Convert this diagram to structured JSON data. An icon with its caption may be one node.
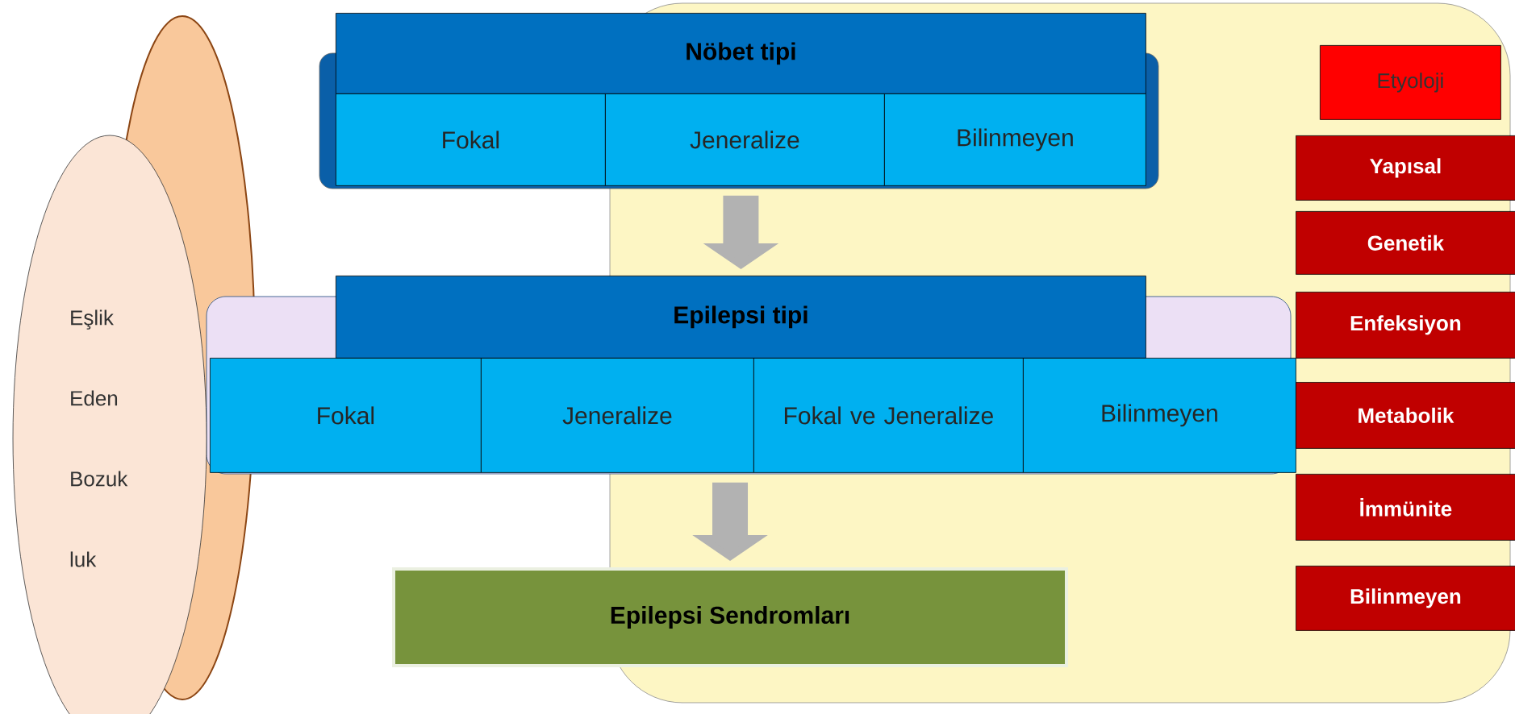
{
  "diagram": {
    "nodes": [
      {
        "text": [
          "Nöbet tipi"
        ]
      },
      {
        "text": [
          "Fokal"
        ]
      },
      {
        "text": [
          "Jeneralize"
        ]
      },
      {
        "text": [
          "Bilinmeyen"
        ]
      },
      {
        "text": [
          "Epilepsi tipi"
        ]
      },
      {
        "text": [
          "Fokal"
        ]
      },
      {
        "text": [
          "Jeneralize"
        ]
      },
      {
        "text": [
          "Fokal ve Jeneralize"
        ]
      },
      {
        "text": [
          "Bilinmeyen"
        ]
      },
      {
        "text": [
          "Epilepsi Sendromları"
        ]
      },
      {
        "text": [
          "Etyoloji"
        ]
      },
      {
        "text": [
          "Yapısal"
        ]
      },
      {
        "text": [
          "Genetik"
        ]
      },
      {
        "text": [
          "Enfeksiyon"
        ]
      },
      {
        "text": [
          "Metabolik"
        ]
      },
      {
        "text": [
          "İmmünite"
        ]
      },
      {
        "text": [
          "Bilinmeyen"
        ]
      },
      {
        "text": [
          "Eşlik Eden Bozuk luk"
        ]
      }
    ],
    "edges": [
      {
        "from": 2,
        "to": 4,
        "arrow": "to"
      },
      {
        "from": 6,
        "to": 9,
        "arrow": "to"
      }
    ]
  }
}
